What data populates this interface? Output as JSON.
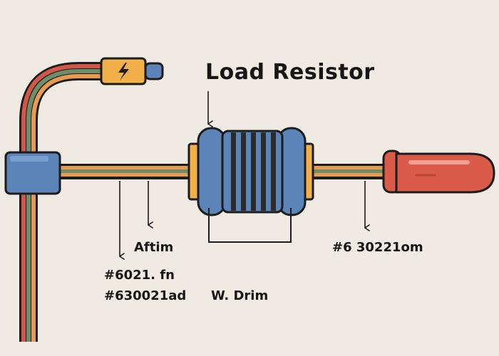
{
  "title": "Load Resistor",
  "labels": {
    "wire_label": "Aftim",
    "wire_code_1": "#6021. fn",
    "wire_code_2": "#630021ad",
    "resistor_base_label": "W. Drim",
    "probe_label": "#6 30221om"
  },
  "icons": {
    "plug": "lightning-bolt-icon"
  },
  "colors": {
    "background": "#efebe3",
    "outline": "#1c1c1c",
    "resistor_blue": "#5b84b8",
    "probe_red": "#db5b4a",
    "connector_orange": "#f2b04a",
    "wire_green": "#6f8d67",
    "wire_orange": "#e69a52",
    "wire_red": "#d2564a"
  }
}
